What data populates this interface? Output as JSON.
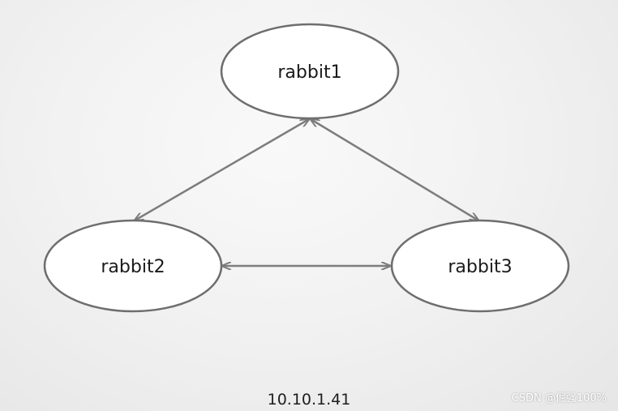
{
  "diagram": {
    "nodes": [
      {
        "id": "rabbit1",
        "label": "rabbit1"
      },
      {
        "id": "rabbit2",
        "label": "rabbit2"
      },
      {
        "id": "rabbit3",
        "label": "rabbit3"
      }
    ],
    "edges": [
      {
        "from": "rabbit1",
        "to": "rabbit2",
        "direction": "bidirectional"
      },
      {
        "from": "rabbit1",
        "to": "rabbit3",
        "direction": "bidirectional"
      },
      {
        "from": "rabbit2",
        "to": "rabbit3",
        "direction": "bidirectional"
      }
    ],
    "address": "10.10.1.41"
  },
  "watermark": "CSDN @倔强100%",
  "colors": {
    "node_fill": "#ffffff",
    "node_stroke": "#6e6e6e",
    "edge": "#7d7d7d",
    "text": "#1a1a1a"
  }
}
